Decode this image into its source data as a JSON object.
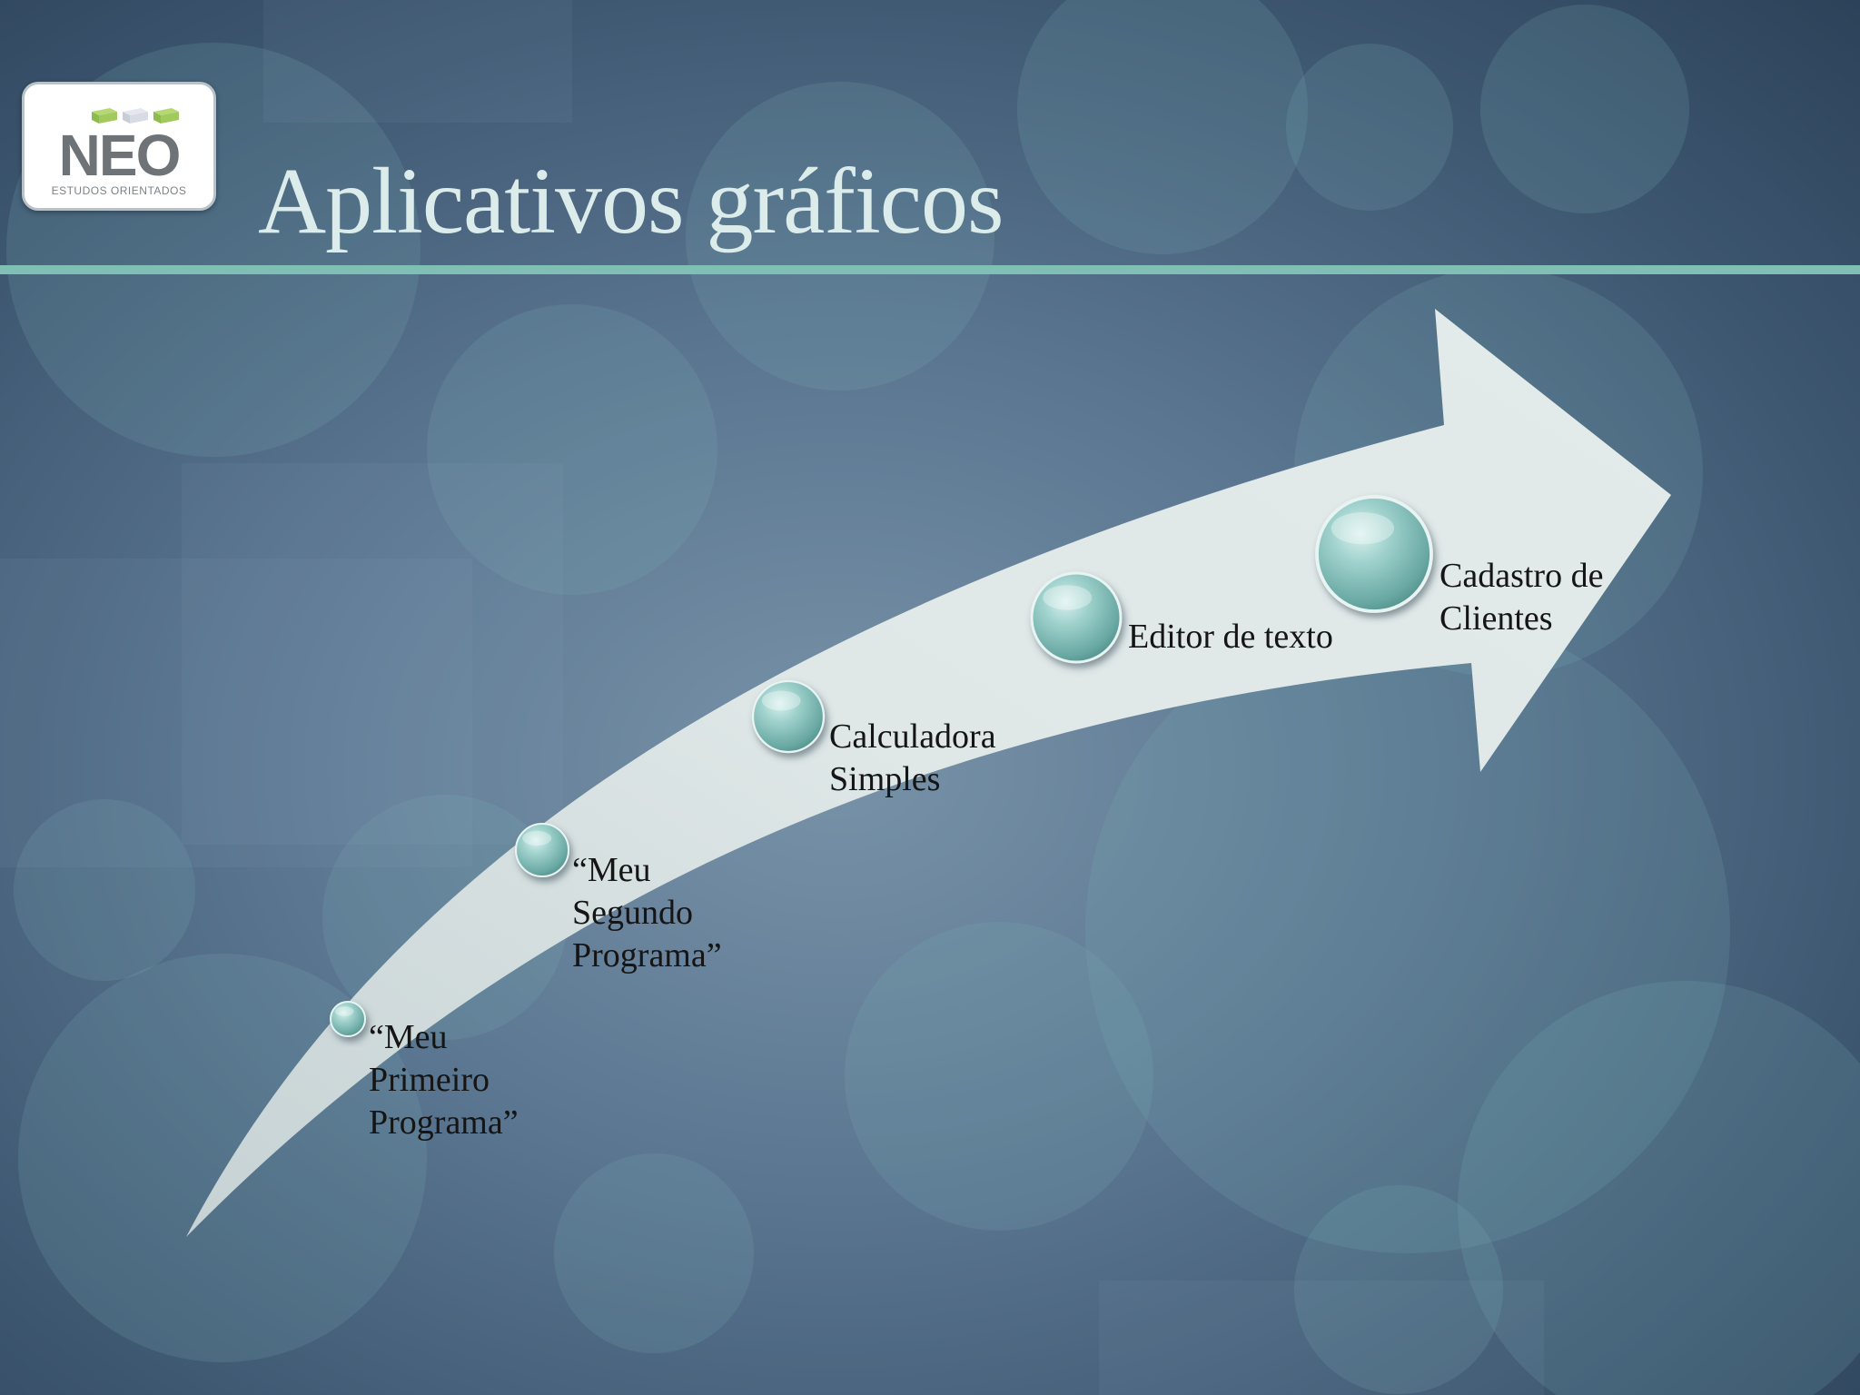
{
  "slide": {
    "title": "Aplicativos gráficos"
  },
  "logo": {
    "word": "NEO",
    "subtitle": "ESTUDOS ORIENTADOS"
  },
  "process": {
    "steps": [
      {
        "label": "“Meu\nPrimeiro\nPrograma”"
      },
      {
        "label": "“Meu\nSegundo\nPrograma”"
      },
      {
        "label": "Calculadora\nSimples"
      },
      {
        "label": "Editor de texto"
      },
      {
        "label": "Cadastro de\nClientes"
      }
    ]
  },
  "colors": {
    "background": "#5a7590",
    "title_text": "#dbeceb",
    "accent_rule": "#7fbfb4",
    "arrow_fill": "#d6e0e0",
    "bead": "#8fc9c4"
  }
}
